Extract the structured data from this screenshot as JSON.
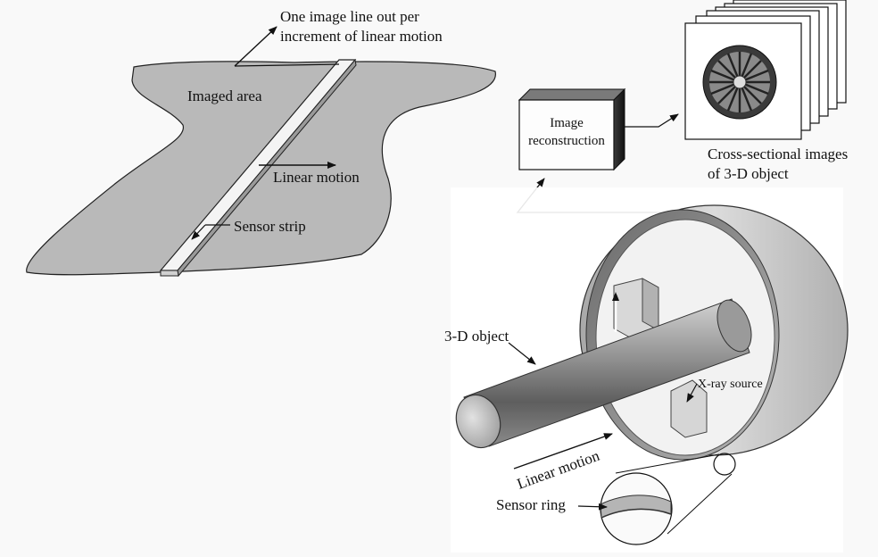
{
  "labels": {
    "image_line_out_1": "One image line out per",
    "image_line_out_2": "increment of linear motion",
    "imaged_area": "Imaged area",
    "linear_motion_top": "Linear motion",
    "sensor_strip": "Sensor strip",
    "image_reconstruction_1": "Image",
    "image_reconstruction_2": "reconstruction",
    "cross_sectional_1": "Cross-sectional images",
    "cross_sectional_2": "of 3-D object",
    "object_3d": "3-D object",
    "xray_source": "X-ray source",
    "linear_motion_bottom": "Linear motion",
    "sensor_ring": "Sensor ring"
  },
  "colors": {
    "background": "#f9f9f9",
    "imaged_area_fill": "#b9b9b9",
    "line": "#111111"
  }
}
